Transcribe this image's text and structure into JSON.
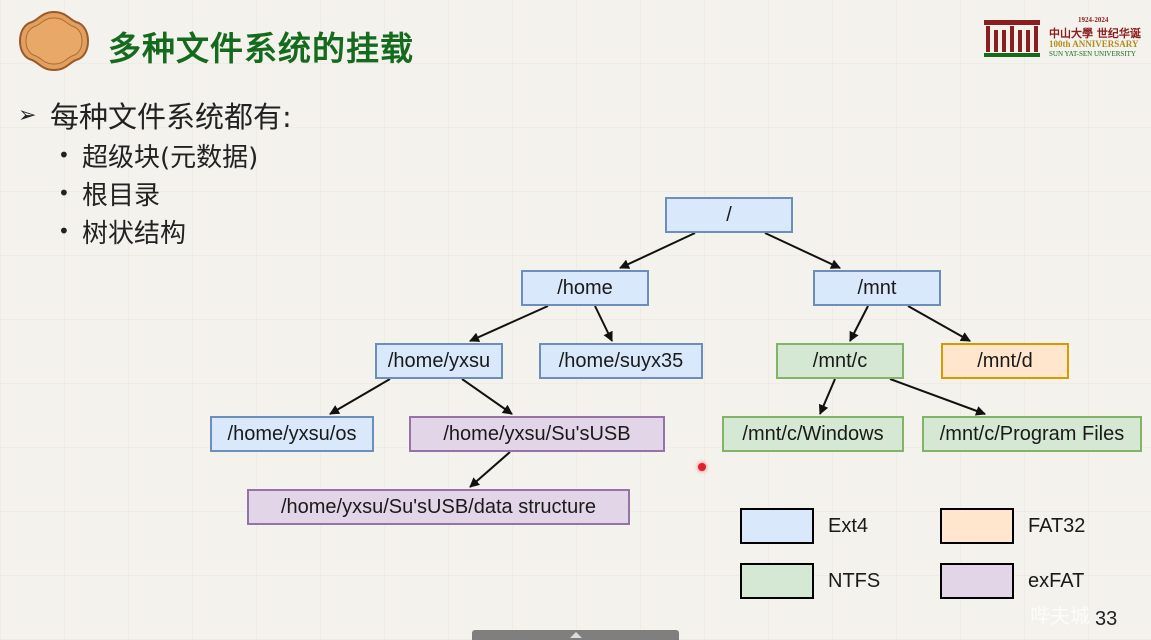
{
  "slide": {
    "title": "多种文件系统的挂载",
    "page_number": "33"
  },
  "logo": {
    "years": "1924-2024",
    "name_cn": "中山大學 世纪华诞",
    "anniversary": "100th ANNIVERSARY",
    "university": "SUN YAT-SEN UNIVERSITY"
  },
  "bullets": {
    "main": "每种文件系统都有:",
    "items": [
      "超级块(元数据)",
      "根目录",
      "树状结构"
    ]
  },
  "tree": {
    "root": "/",
    "home": "/home",
    "mnt": "/mnt",
    "home_yxsu": "/home/yxsu",
    "home_suyx35": "/home/suyx35",
    "mnt_c": "/mnt/c",
    "mnt_d": "/mnt/d",
    "home_yxsu_os": "/home/yxsu/os",
    "home_yxsu_usb": "/home/yxsu/Su'sUSB",
    "mnt_c_windows": "/mnt/c/Windows",
    "mnt_c_program_files": "/mnt/c/Program Files",
    "usb_data_structure": "/home/yxsu/Su'sUSB/data structure"
  },
  "legend": {
    "ext4": "Ext4",
    "fat32": "FAT32",
    "ntfs": "NTFS",
    "exfat": "exFAT"
  },
  "colors": {
    "title_green": "#156b1d",
    "ext4_fill": "#dae8fc",
    "ntfs_fill": "#d5e8d4",
    "fat32_fill": "#ffe6cc",
    "exfat_fill": "#e1d5e7"
  },
  "watermark": "哔夫城"
}
